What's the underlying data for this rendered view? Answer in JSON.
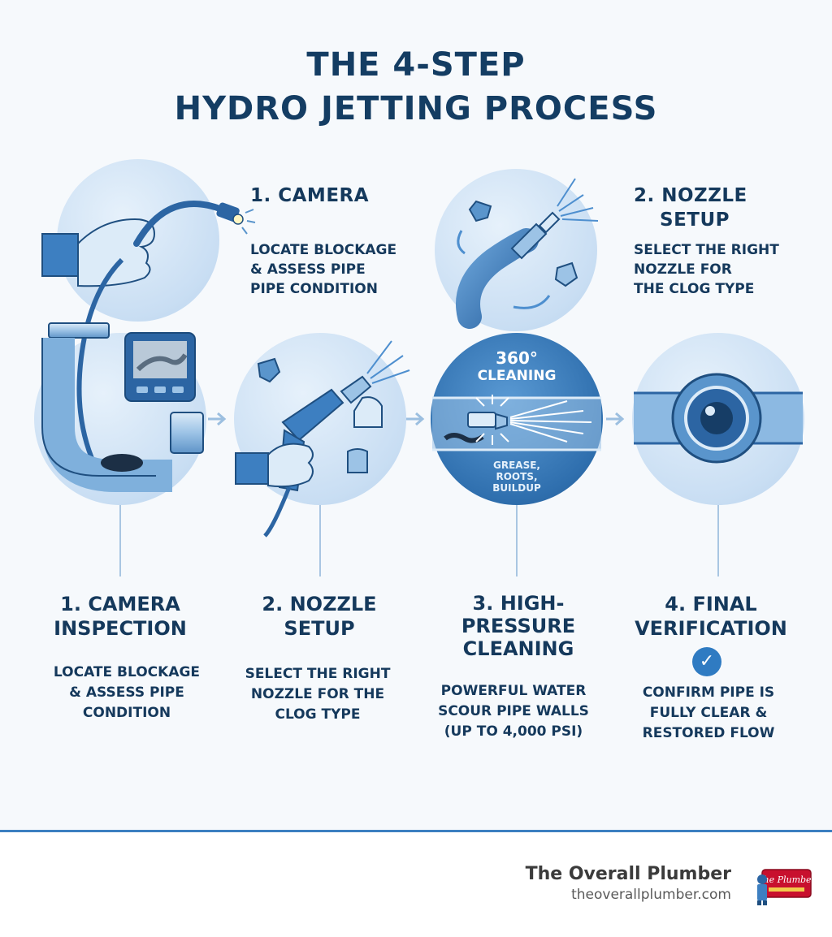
{
  "title": {
    "line1": "THE 4-STEP",
    "line2": "HYDRO JETTING PROCESS"
  },
  "top_callouts": [
    {
      "heading": "1.  CAMERA",
      "desc_lines": [
        "LOCATE BLOCKAGE",
        "& ASSESS PIPE",
        "PIPE CONDITION"
      ]
    },
    {
      "heading_lines": [
        "2.  NOZZLE",
        "SETUP"
      ],
      "desc_lines": [
        "SELECT THE RIGHT",
        "NOZZLE FOR",
        "THE CLOG TYPE"
      ]
    }
  ],
  "cleaning_circle": {
    "label_lines": [
      "360°",
      "CLEANING"
    ],
    "debris_lines": [
      "GREASE,",
      "ROOTS,",
      "BUILDUP"
    ]
  },
  "steps": [
    {
      "title_lines": [
        "1. CAMERA",
        "INSPECTION"
      ],
      "desc_lines": [
        "LOCATE BLOCKAGE",
        "& ASSESS PIPE",
        "CONDITION"
      ]
    },
    {
      "title_lines": [
        "2. NOZZLE",
        "SETUP"
      ],
      "desc_lines": [
        "SELECT THE RIGHT",
        "NOZZLE FOR THE",
        "CLOG TYPE"
      ]
    },
    {
      "title_lines": [
        "3. HIGH-",
        "PRESSURE",
        "CLEANING"
      ],
      "desc_lines": [
        "POWERFUL WATER",
        "SCOUR PIPE WALLS",
        "(UP TO 4,000 PSI)"
      ]
    },
    {
      "title_lines": [
        "4. FINAL",
        "VERIFICATION"
      ],
      "desc_lines": [
        "CONFIRM PIPE IS",
        "FULLY CLEAR &",
        "RESTORED FLOW"
      ]
    }
  ],
  "check_icon": "check-circle-icon",
  "footer": {
    "brand": "The Overall Plumber",
    "url": "theoverallplumber.com",
    "logo_text": "The Plumber"
  },
  "colors": {
    "title": "#143d63",
    "text": "#15395c",
    "accent": "#2f7bc2",
    "circle": "#c9def3",
    "rule": "#3c7fc0"
  }
}
